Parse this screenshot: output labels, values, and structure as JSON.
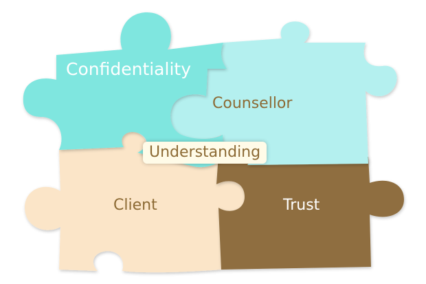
{
  "pieces": {
    "confidentiality": "Confidentiality",
    "counsellor": "Counsellor",
    "understanding": "Understanding",
    "client": "Client",
    "trust": "Trust"
  },
  "colors": {
    "confidentiality_fill": "#7fe6df",
    "counsellor_fill": "#b4f0ef",
    "client_fill": "#fbe5c8",
    "trust_fill": "#8f6e3f",
    "label_brown": "#8c6a34",
    "understanding_bg": "#fffbe8"
  }
}
